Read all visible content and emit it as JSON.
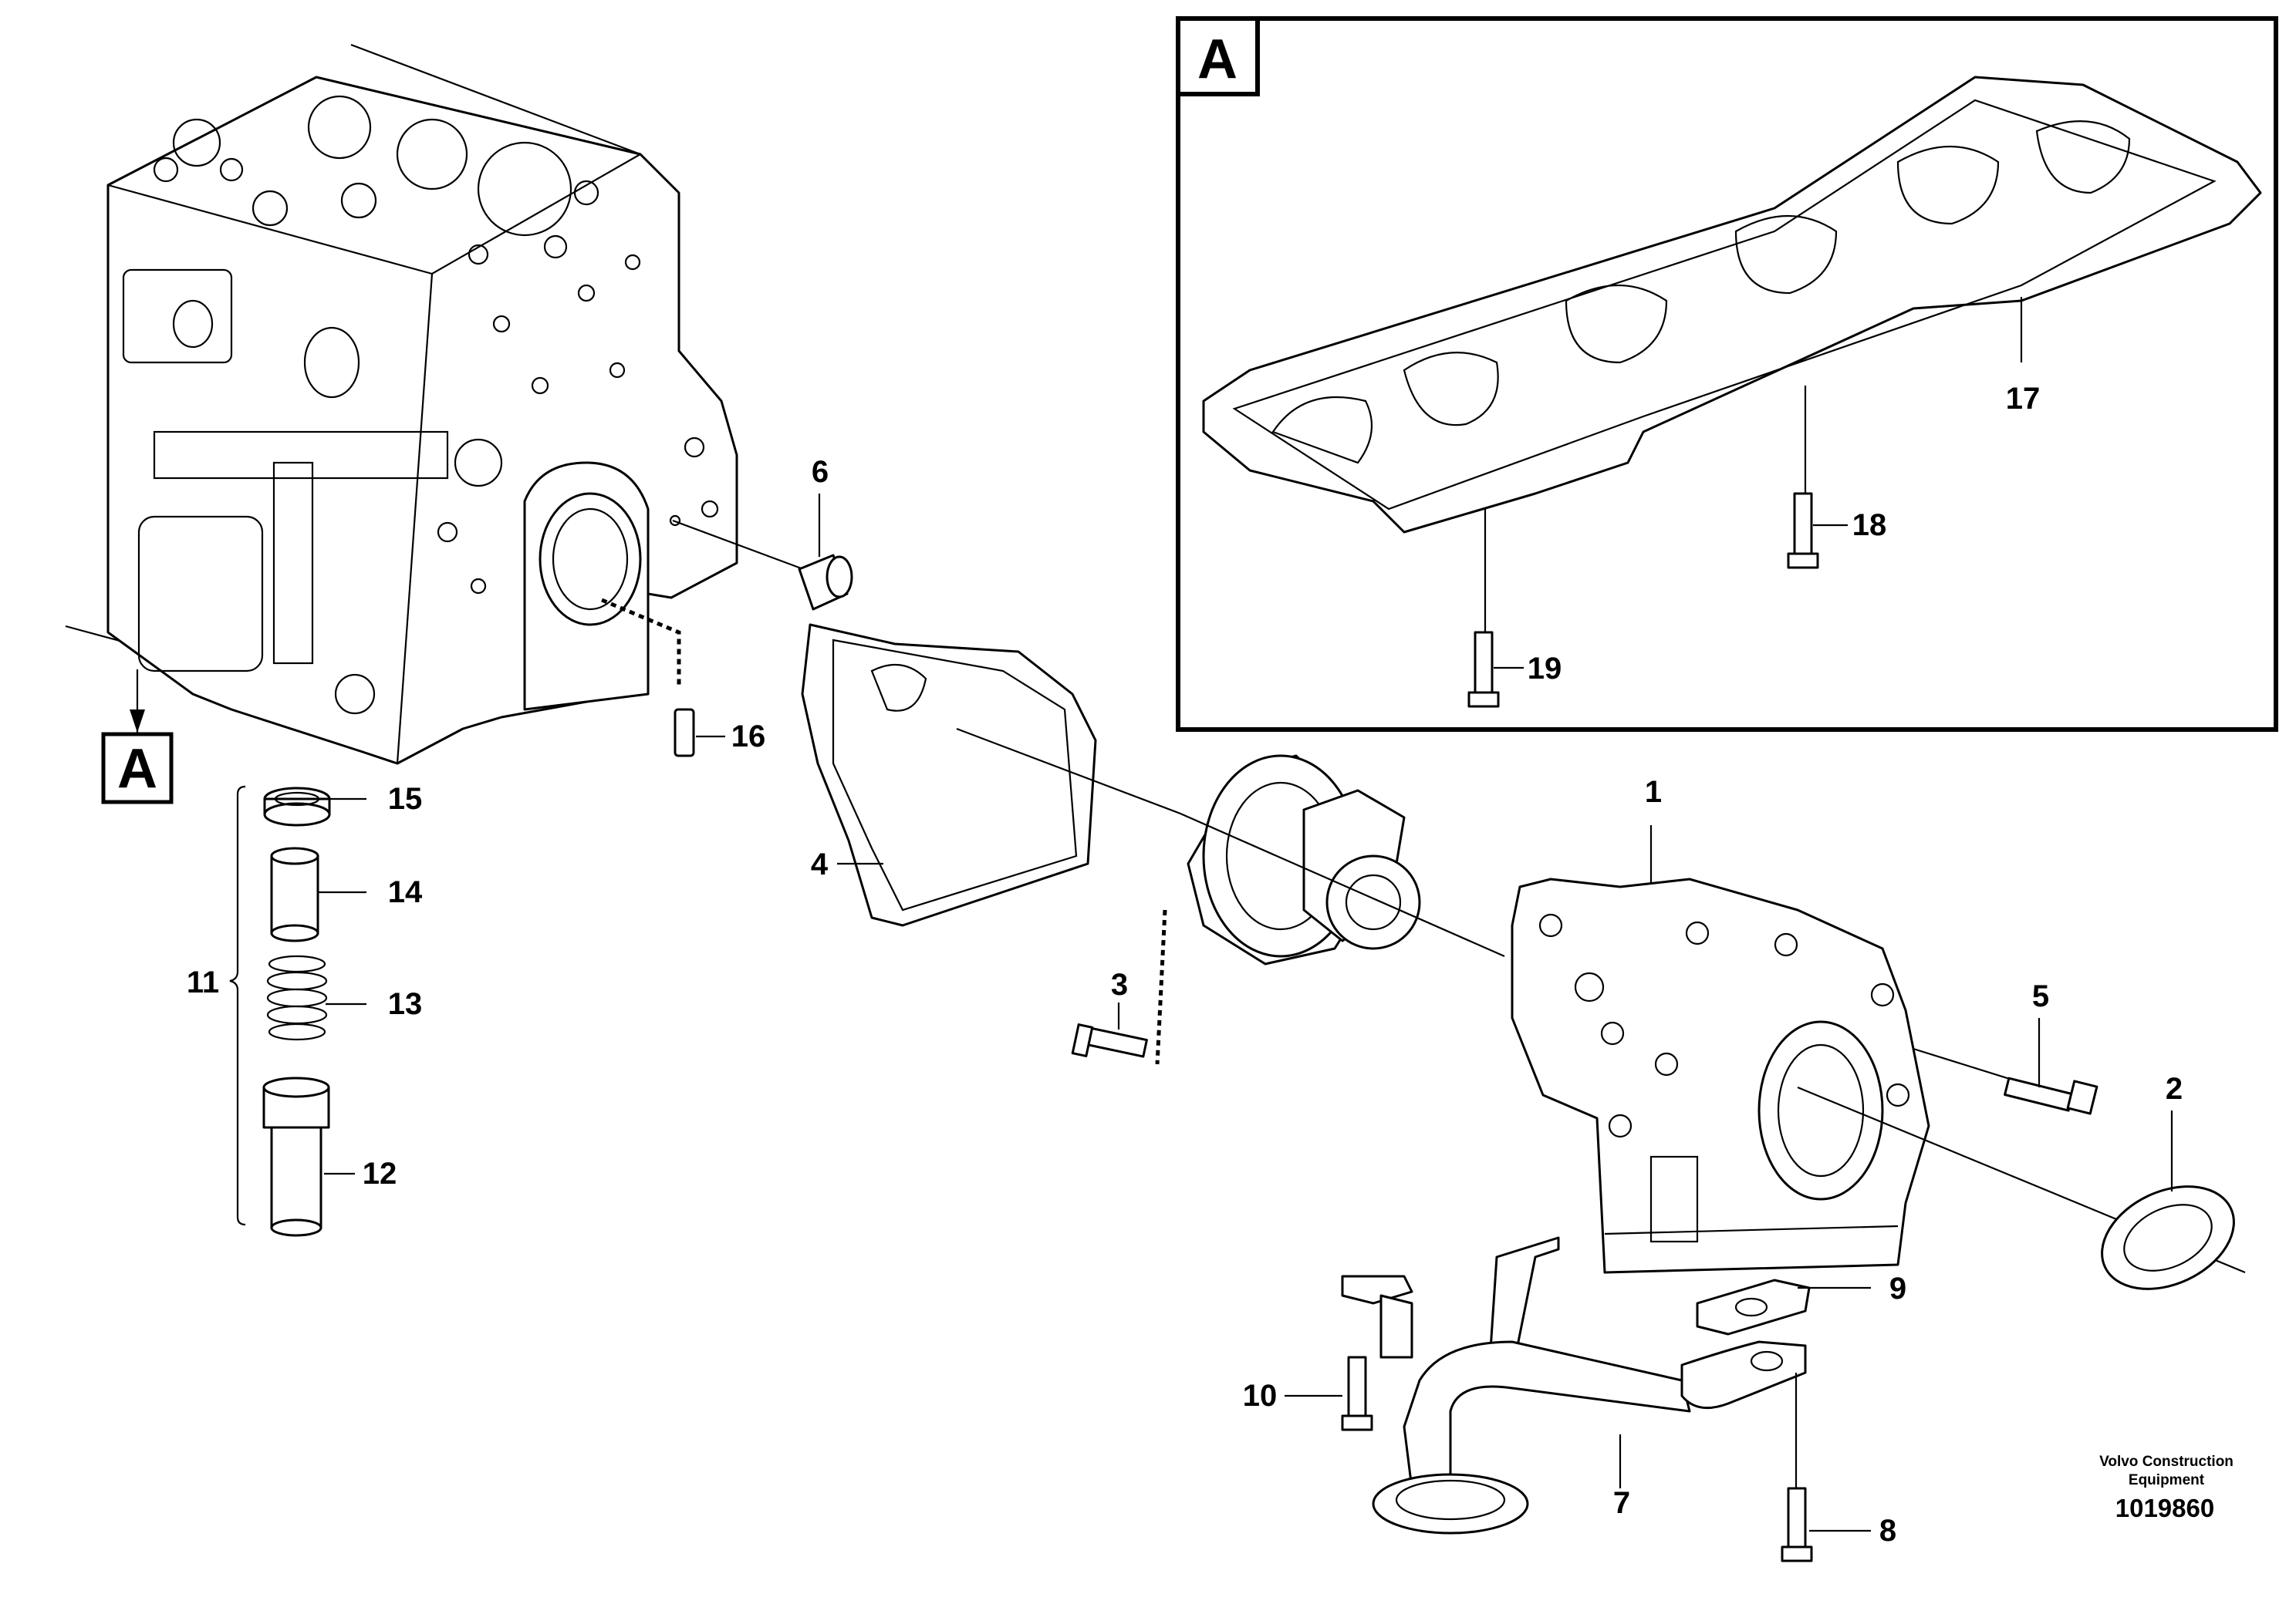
{
  "inset": {
    "letter": "A"
  },
  "section_marker": {
    "letter": "A"
  },
  "labels": {
    "p1": "1",
    "p2": "2",
    "p3": "3",
    "p4": "4",
    "p5": "5",
    "p6": "6",
    "p7": "7",
    "p8": "8",
    "p9": "9",
    "p10": "10",
    "p11": "11",
    "p12": "12",
    "p13": "13",
    "p14": "14",
    "p15": "15",
    "p16": "16",
    "p17": "17",
    "p18": "18",
    "p19": "19"
  },
  "footer": {
    "brand_line1": "Volvo Construction",
    "brand_line2": "Equipment",
    "drawing_number": "1019860"
  }
}
